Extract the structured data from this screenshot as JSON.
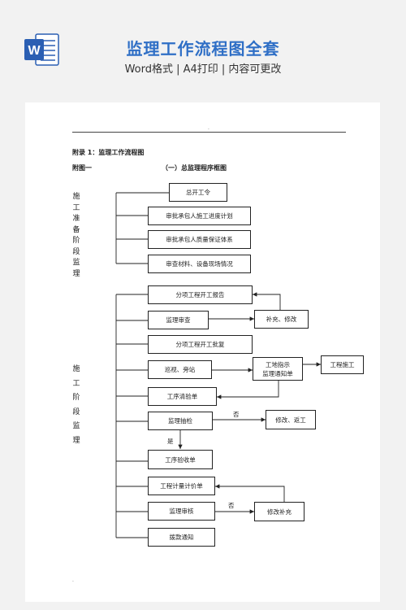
{
  "header": {
    "title": "监理工作流程图全套",
    "subtitle": "Word格式 | A4打印 | 内容可更改",
    "icon": "word-document-icon",
    "icon_letter": "W",
    "accent_color": "#2f6fc6"
  },
  "document": {
    "appendix_label": "附录 1：监理工作流程图",
    "figure_label": "附图一",
    "section_title": "（一）总监理程序框图",
    "phase_prep": [
      "施",
      "工",
      "准",
      "备",
      "阶",
      "段",
      "监",
      "理"
    ],
    "phase_construction": [
      "施",
      "工",
      "阶",
      "段",
      "监",
      "理"
    ],
    "boxes": {
      "start_order": "总开工令",
      "approve_schedule": "审批承包人施工进度计划",
      "approve_quality": "审批承包人质量保证体系",
      "review_materials": "审查材料、设备现场情况",
      "sub_start_report": "分项工程开工报告",
      "supervision_review": "监理审查",
      "supplement_revise": "补充、修改",
      "sub_start_approval": "分项工程开工批复",
      "patrol_station": "巡视、旁站",
      "site_instruction": "工地指示\n监理通知单",
      "construction": "工程施工",
      "process_inspection": "工序清验单",
      "supervision_sampling": "监理抽检",
      "revise_rework": "修改、返工",
      "process_acceptance": "工序验收单",
      "measurement_sheet": "工程计量计价单",
      "supervision_audit": "监理审核",
      "revise_supplement": "修改补充",
      "payment_notice": "拨款通知"
    },
    "connectors": {
      "no_1": "否",
      "yes": "是",
      "no_2": "否"
    },
    "top_dot": "·",
    "bottom_dot": "·"
  }
}
